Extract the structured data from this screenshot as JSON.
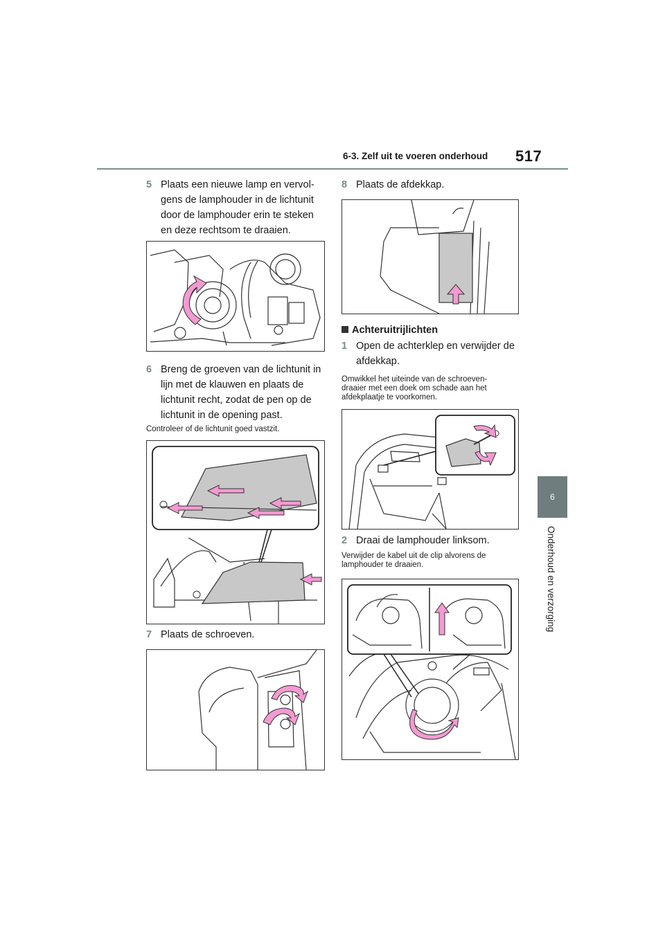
{
  "header": {
    "section_title": "6-3. Zelf uit te voeren onderhoud",
    "page_number": "517"
  },
  "side_tab": {
    "chapter_number": "6",
    "chapter_label": "Onderhoud en verzorging"
  },
  "left_column": {
    "step5": {
      "number": "5",
      "lines": [
        "Plaats een nieuwe lamp en vervol-",
        "gens de lamphouder in de lichtunit",
        "door de lamphouder erin te steken",
        "en deze rechtsom te draaien."
      ]
    },
    "step6": {
      "number": "6",
      "lines": [
        "Breng de groeven van de lichtunit in",
        "lijn met de klauwen en plaats de",
        "lichtunit recht, zodat de pen op de",
        "lichtunit in de opening past."
      ]
    },
    "note6": "Controleer of de lichtunit goed vastzit.",
    "step7": {
      "number": "7",
      "text": "Plaats de schroeven."
    }
  },
  "right_column": {
    "step8": {
      "number": "8",
      "text": "Plaats de afdekkap."
    },
    "subhead": "Achteruitrijlichten",
    "step1": {
      "number": "1",
      "lines": [
        "Open de achterklep en verwijder de",
        "afdekkap."
      ]
    },
    "note1": {
      "lines": [
        "Omwikkel het uiteinde van de schroeven-",
        "draaier met een doek om schade aan het",
        "afdekplaatje te voorkomen."
      ]
    },
    "step2": {
      "number": "2",
      "text": "Draai de lamphouder linksom."
    },
    "note2": {
      "lines": [
        "Verwijder de kabel uit de clip alvorens de",
        "lamphouder te draaien."
      ]
    }
  },
  "colors": {
    "accent_arrow": "#f39ad2",
    "step_number": "#7a8a8b",
    "tab": "#6f7d7e"
  }
}
